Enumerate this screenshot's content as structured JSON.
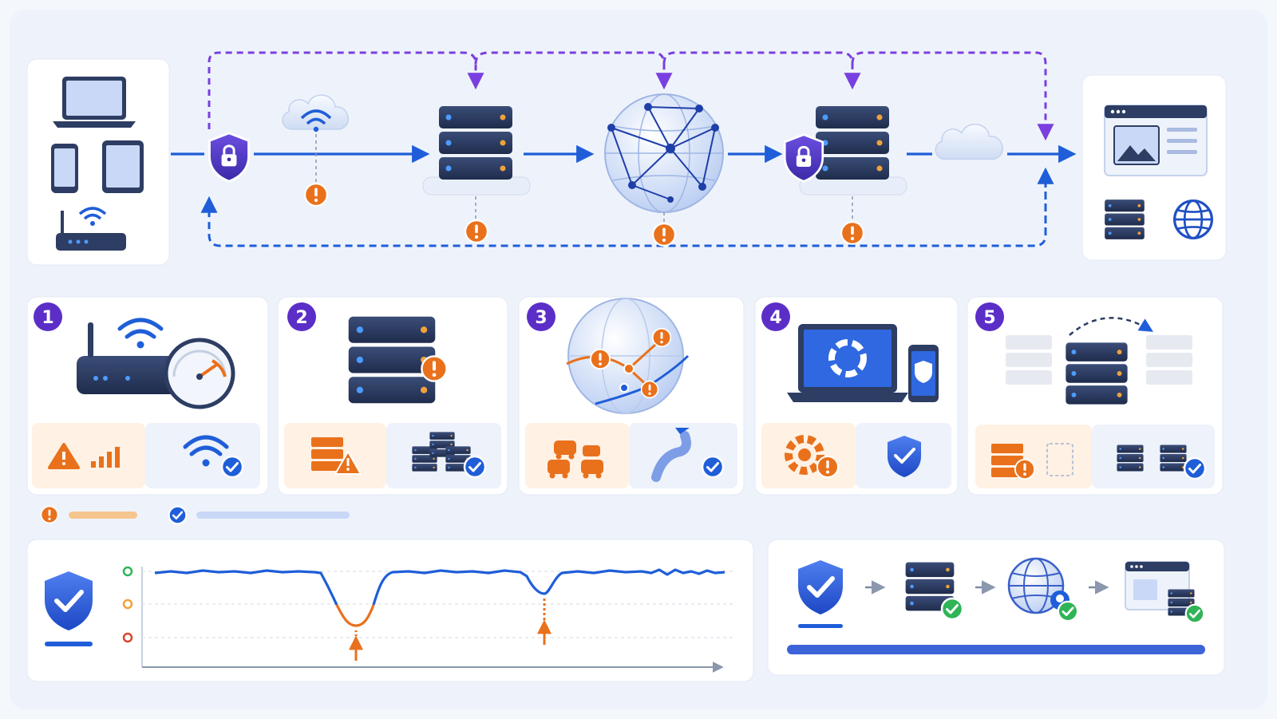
{
  "steps": [
    {
      "number": "1"
    },
    {
      "number": "2"
    },
    {
      "number": "3"
    },
    {
      "number": "4"
    },
    {
      "number": "5"
    }
  ],
  "colors": {
    "primary_blue": "#1f5ed8",
    "navy": "#2d3d63",
    "purple": "#7a3fe0",
    "warning_orange": "#e9711c",
    "success_green": "#2fb457",
    "warning_bg": "#fff1e4",
    "ok_bg": "#edf2fb"
  },
  "icons": {
    "devices": [
      "laptop-icon",
      "smartphone-icon",
      "tablet-icon",
      "wifi-router-icon"
    ],
    "path": [
      "shield-lock-icon",
      "wifi-cloud-icon",
      "server-rack-icon",
      "globe-network-icon",
      "cloud-icon",
      "web-app-icon"
    ],
    "issues": [
      "router-speed-icon",
      "server-alert-icon",
      "globe-routes-icon",
      "laptop-sync-icon",
      "server-migrate-icon"
    ],
    "status": [
      "warning-icon",
      "check-icon"
    ]
  }
}
